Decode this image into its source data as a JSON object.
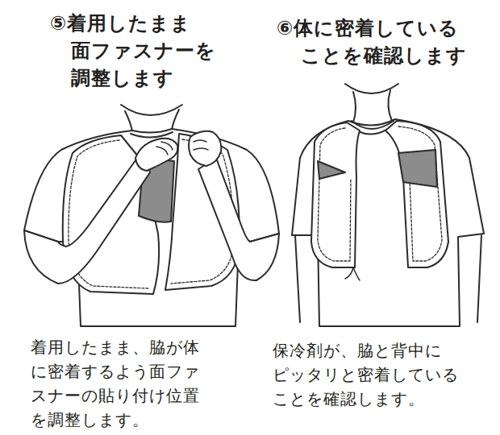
{
  "diagram": {
    "labels": [
      "⑤着用したまま 面ファスナーを 調整します",
      "⑥体に密着している ことを確認します",
      "着用したまま、脇が体 に密着するよう面ファ スナーの貼り付け位置 を調整します。",
      "保冷剤が、脇と背中に ピッタリと密着している ことを確認します。"
    ]
  }
}
